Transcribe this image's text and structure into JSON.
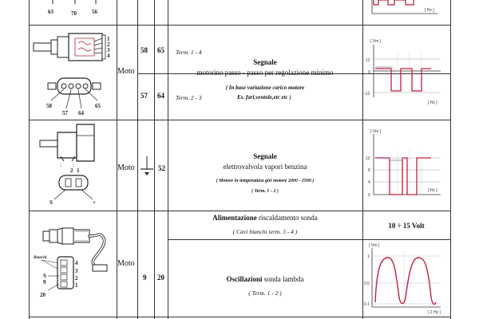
{
  "top_row": {
    "pins": [
      "63",
      "70",
      "56"
    ],
    "scope_unit_x": "[ Hz ]"
  },
  "rows": [
    {
      "moto": "Moto",
      "pins_left": [
        "58",
        "57"
      ],
      "pins_right": [
        "65",
        "64"
      ],
      "term_top": "Term. 1 - 4",
      "term_bottom": "Term. 2 - 3",
      "title_bold": "Segnale",
      "title_rest": "motorino passo - passo per regolazione minimo",
      "note": "( In base variazione carico motore",
      "note2": "Es. fari,ventole,etc etc )",
      "connector_pins": [
        "1",
        "2",
        "3",
        "4"
      ],
      "bottom_pins": [
        "58",
        "57",
        "64",
        "65"
      ],
      "scope": {
        "unit_y": "[ Vm ]",
        "unit_x": "[ Hz ]",
        "ticks": [
          "12",
          "0",
          "-12"
        ]
      }
    },
    {
      "moto": "Moto",
      "pin_right": "52",
      "title_bold": "Segnale",
      "title_rest": "elettrovalvola vapori benzina",
      "note": "( Motore in temperatura giri motore 2000 - 2500 )",
      "term": "( Term. 1 - 2 )",
      "connector_pins": [
        "2",
        "1"
      ],
      "pin_labels": [
        "S",
        "+"
      ],
      "scope": {
        "unit_y": "[ Vm ]",
        "unit_x": "[ Hz ]",
        "ticks": [
          "12",
          "8",
          "4",
          "0"
        ]
      }
    },
    {
      "moto": "Moto",
      "pin_left": "9",
      "pin_right": "20",
      "supply_bold": "Alimentazione",
      "supply_rest": "riscaldamento sonda",
      "supply_note": "( Cavi bianchi term. 3 - 4 )",
      "supply_value": "10 ÷ 15 Volt",
      "osc_bold": "Oscillazioni",
      "osc_rest": "sonda lambda",
      "osc_term": "( Term. 1 - 2 )",
      "wire_label": "Bianchi",
      "connector_pins": [
        "4",
        "3",
        "2",
        "1"
      ],
      "side_pins": [
        "9",
        "20"
      ],
      "pin_labels": [
        "S"
      ],
      "scope": {
        "unit_y": "[ Vm ]",
        "unit_x": "[ 2 Hz ]",
        "ticks": [
          "1",
          "0.5",
          "0.1"
        ]
      }
    }
  ]
}
